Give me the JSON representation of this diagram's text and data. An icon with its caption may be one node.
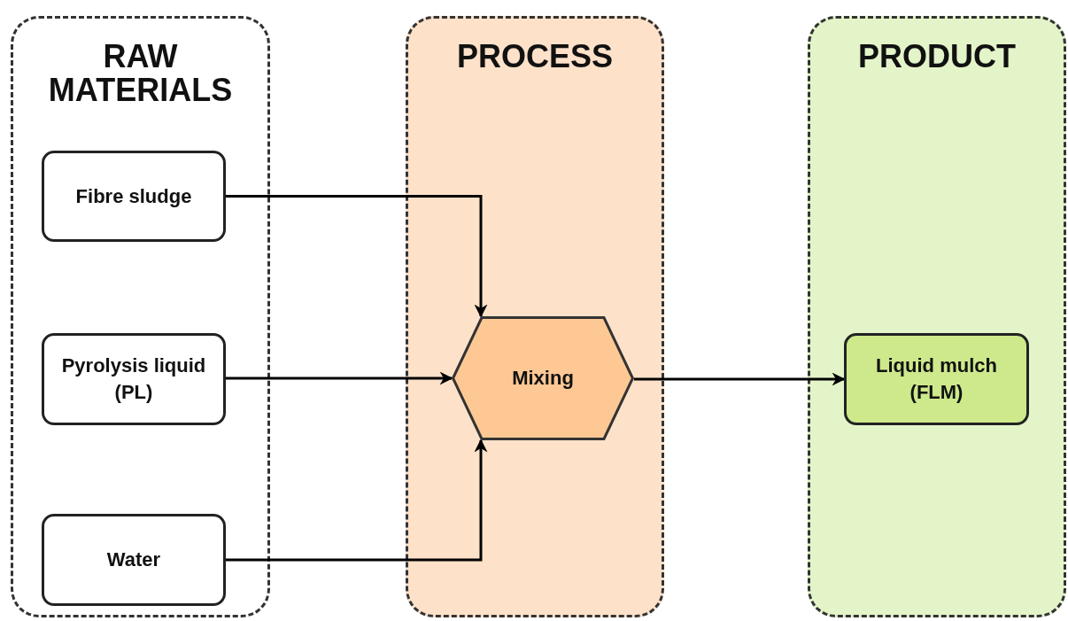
{
  "diagram": {
    "nodes": [
      {
        "text": [
          "RAW MATERIALS"
        ]
      },
      {
        "text": [
          "Fibre sludge"
        ],
        "in": 0
      },
      {
        "text": [
          "Pyrolysis liquid (PL)"
        ],
        "in": 0
      },
      {
        "text": [
          "Water"
        ],
        "in": 0
      },
      {
        "text": [
          "PROCESS"
        ]
      },
      {
        "text": [
          "Mixing"
        ],
        "in": 4
      },
      {
        "text": [
          "PRODUCT"
        ]
      },
      {
        "text": [
          "Liquid mulch (FLM)"
        ],
        "in": 6
      }
    ],
    "edges": [
      {
        "from": 1,
        "to": 5,
        "arrow": "to"
      },
      {
        "from": 2,
        "to": 5,
        "arrow": "to"
      },
      {
        "from": 3,
        "to": 5,
        "arrow": "to"
      },
      {
        "from": 5,
        "to": 7,
        "arrow": "to"
      }
    ]
  }
}
